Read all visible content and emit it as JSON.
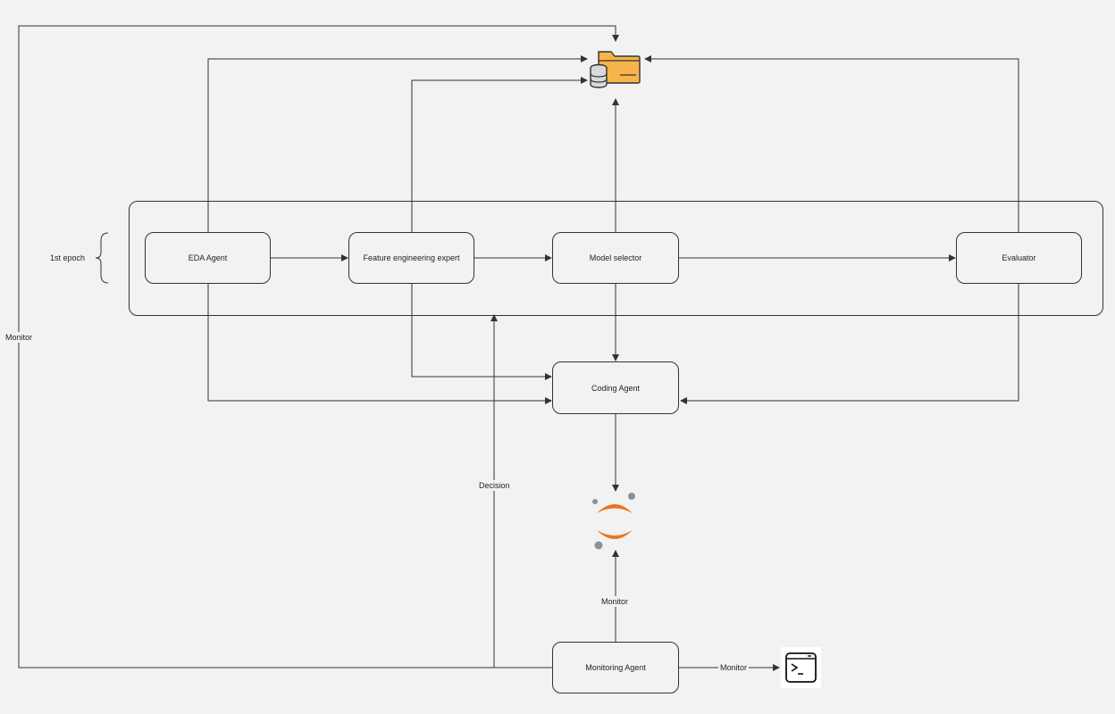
{
  "nodes": {
    "eda": "EDA Agent",
    "feature": "Feature engineering expert",
    "model": "Model selector",
    "evaluator": "Evaluator",
    "coding": "Coding Agent",
    "monitoring": "Monitoring Agent"
  },
  "group_label": "1st epoch",
  "edge_labels": {
    "monitor_left": "Monitor",
    "decision": "Decision",
    "monitor_jupyter": "Monitor",
    "monitor_terminal": "Monitor"
  },
  "icons": {
    "storage": "folder-database-icon",
    "jupyter": "jupyter-icon",
    "terminal": "terminal-icon"
  },
  "colors": {
    "folder": "#f6b44b",
    "jupyter_orange": "#e8761f",
    "line": "#333333"
  }
}
